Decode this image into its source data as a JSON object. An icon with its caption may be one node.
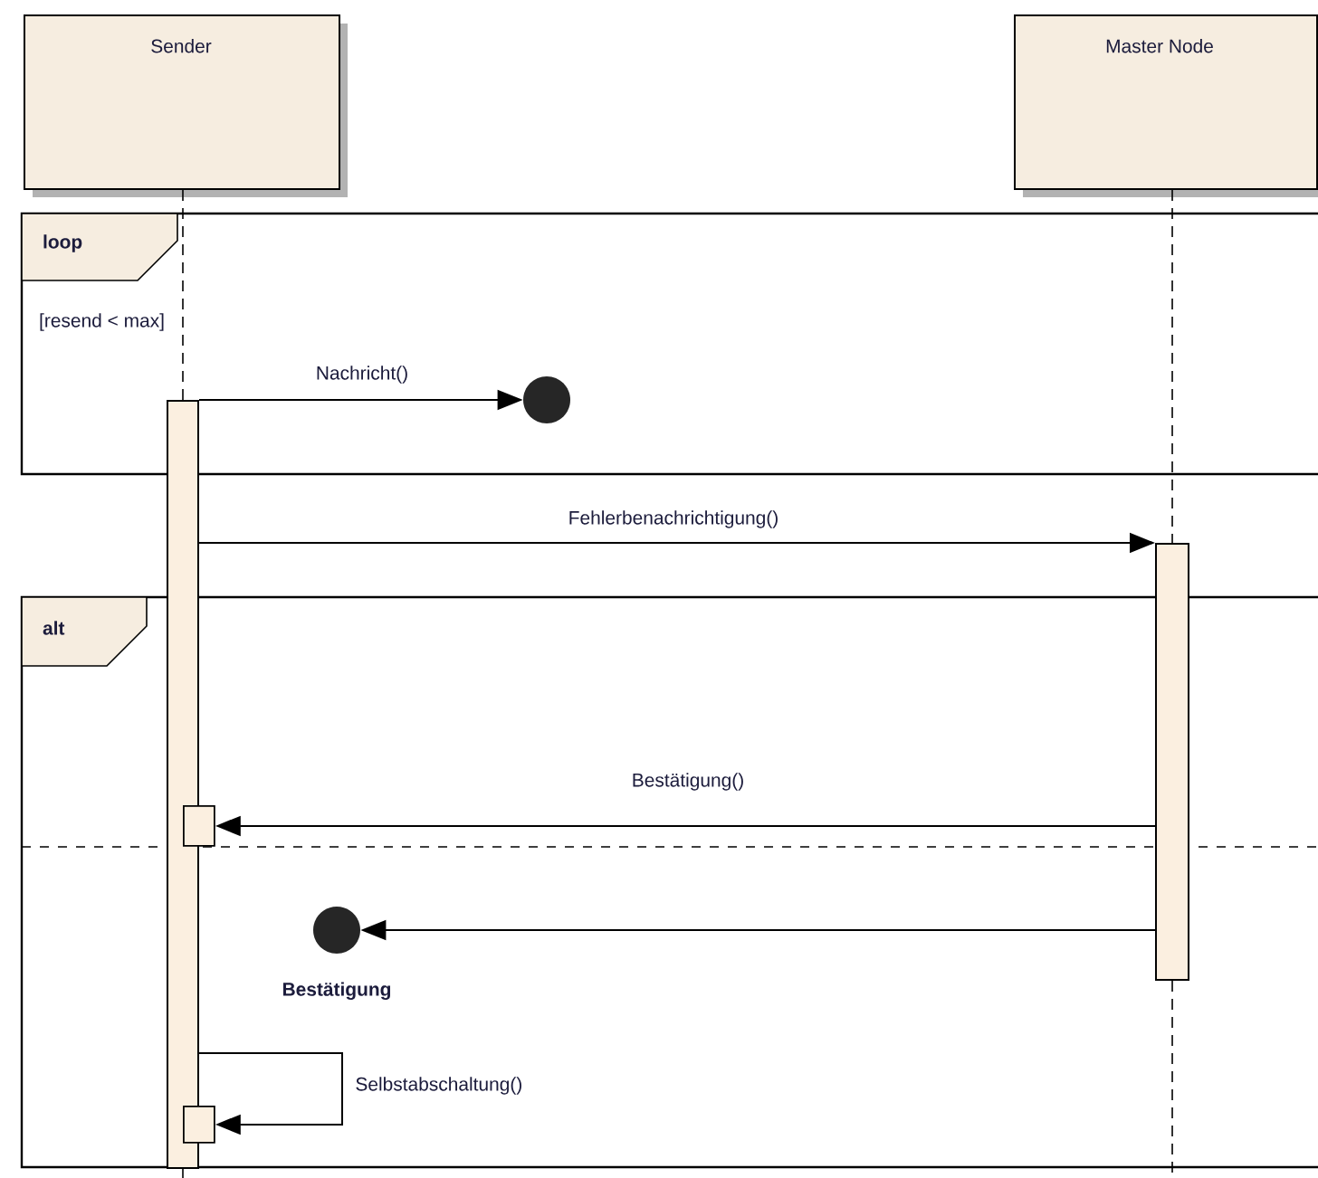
{
  "diagram": {
    "nodes": [
      {
        "text": [
          "Sender"
        ]
      },
      {
        "text": [
          "Master Node"
        ]
      },
      {
        "text": [
          "loop",
          "[resend < max]"
        ]
      },
      {
        "text": [
          "alt"
        ]
      },
      {
        "text": [],
        "shape": "bar"
      },
      {
        "text": [],
        "shape": "bar"
      },
      {
        "text": [],
        "shape": "circle",
        "in": 2
      },
      {
        "text": [],
        "shape": "circle",
        "in": 3,
        "beside": [
          "Bestätigung"
        ]
      },
      {
        "text": [],
        "shape": "box",
        "in": 3
      },
      {
        "text": [],
        "shape": "box",
        "in": 3
      }
    ],
    "edges": [
      {
        "from": 4,
        "to": 6,
        "arrow": "to",
        "label": "Nachricht()"
      },
      {
        "from": 4,
        "to": 5,
        "arrow": "to",
        "label": "Fehlerbenachrichtigung()"
      },
      {
        "from": 5,
        "to": 8,
        "arrow": "to",
        "label": "Bestätigung()"
      },
      {
        "from": 5,
        "to": 7,
        "arrow": "to"
      },
      {
        "from": 4,
        "to": 9,
        "arrow": "to",
        "label": "Selbstabschaltung()"
      },
      {
        "from": 0,
        "to": 4,
        "arrow": "none",
        "style": "dashed"
      },
      {
        "from": 1,
        "to": 5,
        "arrow": "none",
        "style": "dashed"
      },
      {
        "from": 4,
        "to": null,
        "arrow": "none",
        "style": "dashed"
      },
      {
        "from": 5,
        "to": null,
        "arrow": "none",
        "style": "dashed"
      }
    ]
  }
}
